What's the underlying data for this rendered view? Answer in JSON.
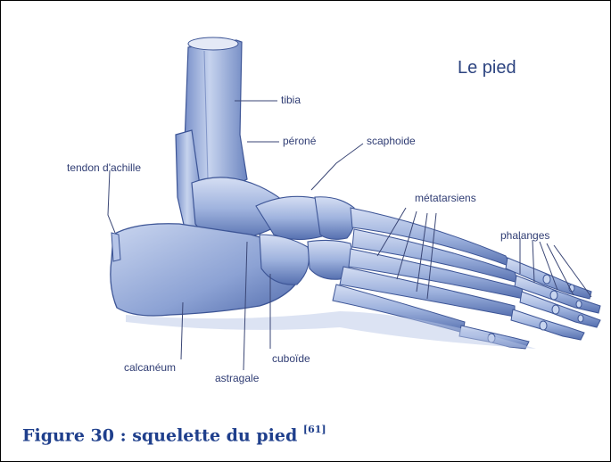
{
  "diagram": {
    "title": "Le pied",
    "labels": {
      "tibia": "tibia",
      "perone": "péroné",
      "scaphoide": "scaphoide",
      "tendon": "tendon d'achille",
      "metatarsiens": "métatarsiens",
      "phalanges": "phalanges",
      "calcaneum": "calcanéum",
      "astragale": "astragale",
      "cuboide": "cuboïde"
    }
  },
  "caption": {
    "text": "Figure 30 : squelette du pied ",
    "ref": "[61]"
  },
  "colors": {
    "bone": "#8fa6d6",
    "bone_light": "#c8d5ef",
    "bone_dark": "#3d5596",
    "label": "#2f3c73",
    "caption": "#1f3f8c"
  }
}
